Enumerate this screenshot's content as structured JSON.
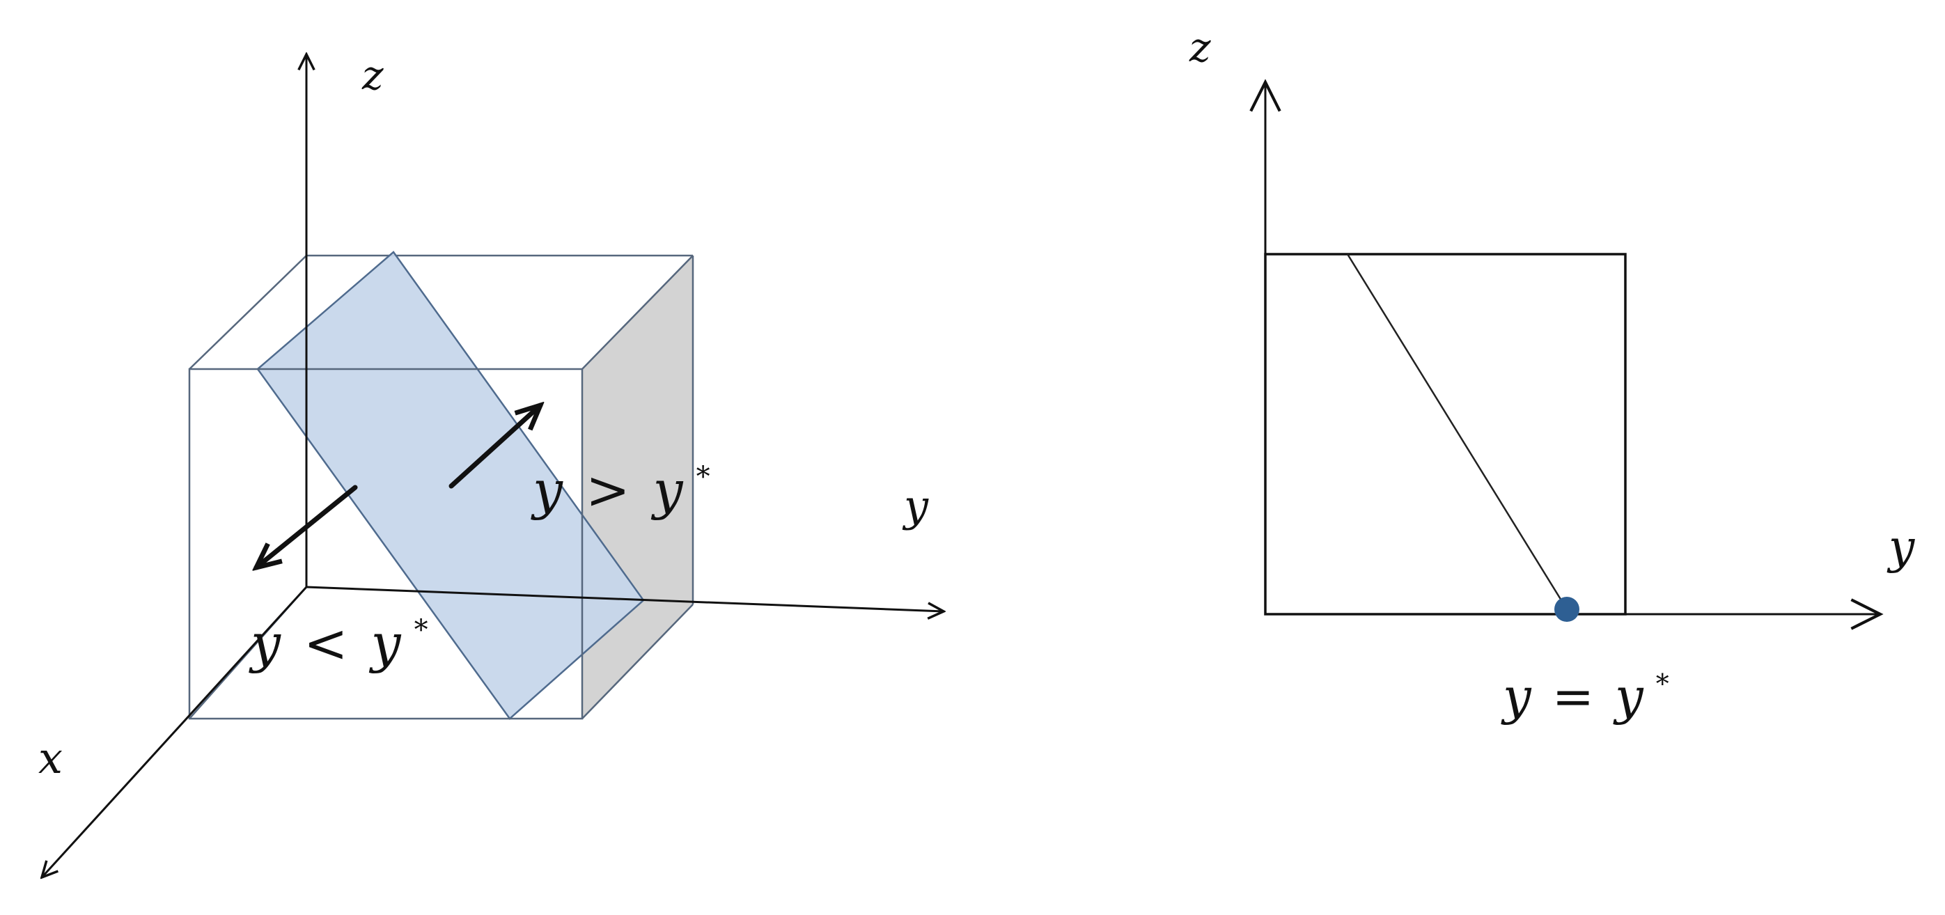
{
  "left_diagram": {
    "axis_x": "x",
    "axis_y": "y",
    "axis_z": "z",
    "region_greater": {
      "var": "y",
      "op": ">",
      "rhs": "y",
      "star": "*"
    },
    "region_less": {
      "var": "y",
      "op": "<",
      "rhs": "y",
      "star": "*"
    }
  },
  "right_diagram": {
    "axis_y": "y",
    "axis_z": "z",
    "point_label": {
      "var": "y",
      "op": "=",
      "rhs": "y",
      "star": "*"
    }
  },
  "colors": {
    "plane_fill": "#c5d6ea",
    "plane_edge": "#4f6b8e",
    "shaded_face": "#d3d3d3",
    "point": "#2e5f93"
  }
}
